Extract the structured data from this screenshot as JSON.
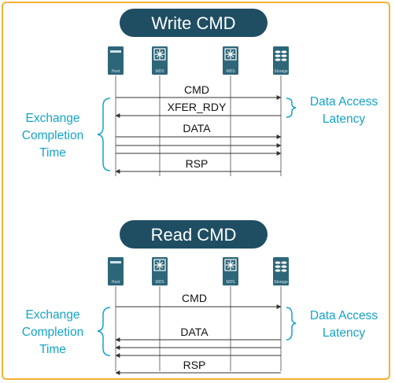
{
  "colors": {
    "border": "#f2b233",
    "title_bg": "#1f4e63",
    "device": "#2e6679",
    "accent": "#14a3c7",
    "line": "#333333"
  },
  "devices": [
    {
      "name": "Host",
      "icon": "host-icon"
    },
    {
      "name": "MDS",
      "icon": "mds-switch-icon"
    },
    {
      "name": "MDS",
      "icon": "mds-switch-icon"
    },
    {
      "name": "Storage",
      "icon": "storage-icon"
    }
  ],
  "write": {
    "title": "Write CMD",
    "messages": [
      "CMD",
      "XFER_RDY",
      "DATA",
      "RSP"
    ],
    "left_label": [
      "Exchange",
      "Completion",
      "Time"
    ],
    "right_label": [
      "Data Access",
      "Latency"
    ]
  },
  "read": {
    "title": "Read CMD",
    "messages": [
      "CMD",
      "DATA",
      "RSP"
    ],
    "left_label": [
      "Exchange",
      "Completion",
      "Time"
    ],
    "right_label": [
      "Data Access",
      "Latency"
    ]
  }
}
